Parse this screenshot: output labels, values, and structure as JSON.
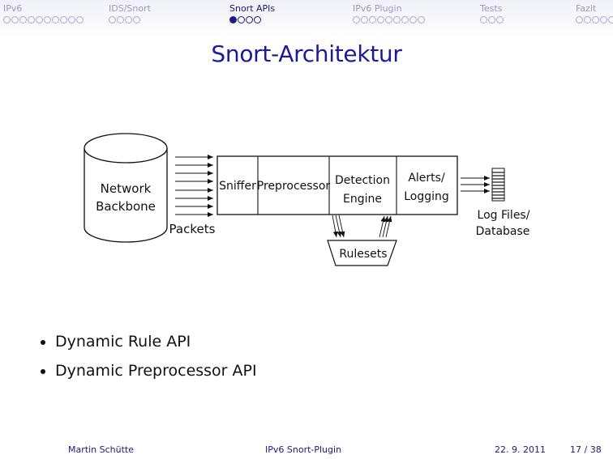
{
  "nav": {
    "sections": [
      {
        "label": "IPv6",
        "dots": 10,
        "filled": 0
      },
      {
        "label": "IDS/Snort",
        "dots": 4,
        "filled": 0
      },
      {
        "label": "Snort APIs",
        "dots": 4,
        "filled": 1,
        "active": true
      },
      {
        "label": "IPv6 Plugin",
        "dots": 9,
        "filled": 0
      },
      {
        "label": "Tests",
        "dots": 3,
        "filled": 0
      },
      {
        "label": "Fazit",
        "dots": 6,
        "filled": 0
      }
    ]
  },
  "slide": {
    "title": "Snort-Architektur"
  },
  "diagram": {
    "database_label_1": "Network",
    "database_label_2": "Backbone",
    "packets_label": "Packets",
    "sniffer_label": "Sniffer",
    "preprocessor_label": "Preprocessor",
    "detection_label_1": "Detection",
    "detection_label_2": "Engine",
    "alerts_label_1": "Alerts/",
    "alerts_label_2": "Logging",
    "rulesets_label": "Rulesets",
    "logfiles_label_1": "Log Files/",
    "logfiles_label_2": "Database"
  },
  "bullets": [
    "Dynamic Rule API",
    "Dynamic Preprocessor API"
  ],
  "footer": {
    "author": "Martin Schütte",
    "talk_title": "IPv6 Snort-Plugin",
    "date": "22. 9. 2011",
    "page": "17 / 38"
  },
  "colors": {
    "accent": "#1a1a9a",
    "nav_inactive": "#9a9ac6"
  }
}
